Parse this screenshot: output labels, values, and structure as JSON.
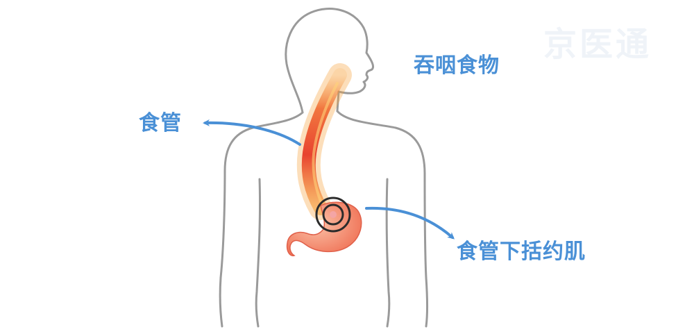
{
  "watermark": {
    "text": "京医通"
  },
  "labels": {
    "swallow_food": "吞咽食物",
    "esophagus": "食管",
    "lower_esophageal_sphincter": "食管下括约肌"
  },
  "colors": {
    "label_text": "#4a90d6",
    "arrow": "#4a90d6",
    "body_outline": "#9a9a9a",
    "esophagus_core": "#e8432f",
    "esophagus_glow": "#f6a03a",
    "stomach_fill": "#f07a5e",
    "sphincter_ring": "#2b2b2b",
    "watermark": "#b8cce4"
  }
}
